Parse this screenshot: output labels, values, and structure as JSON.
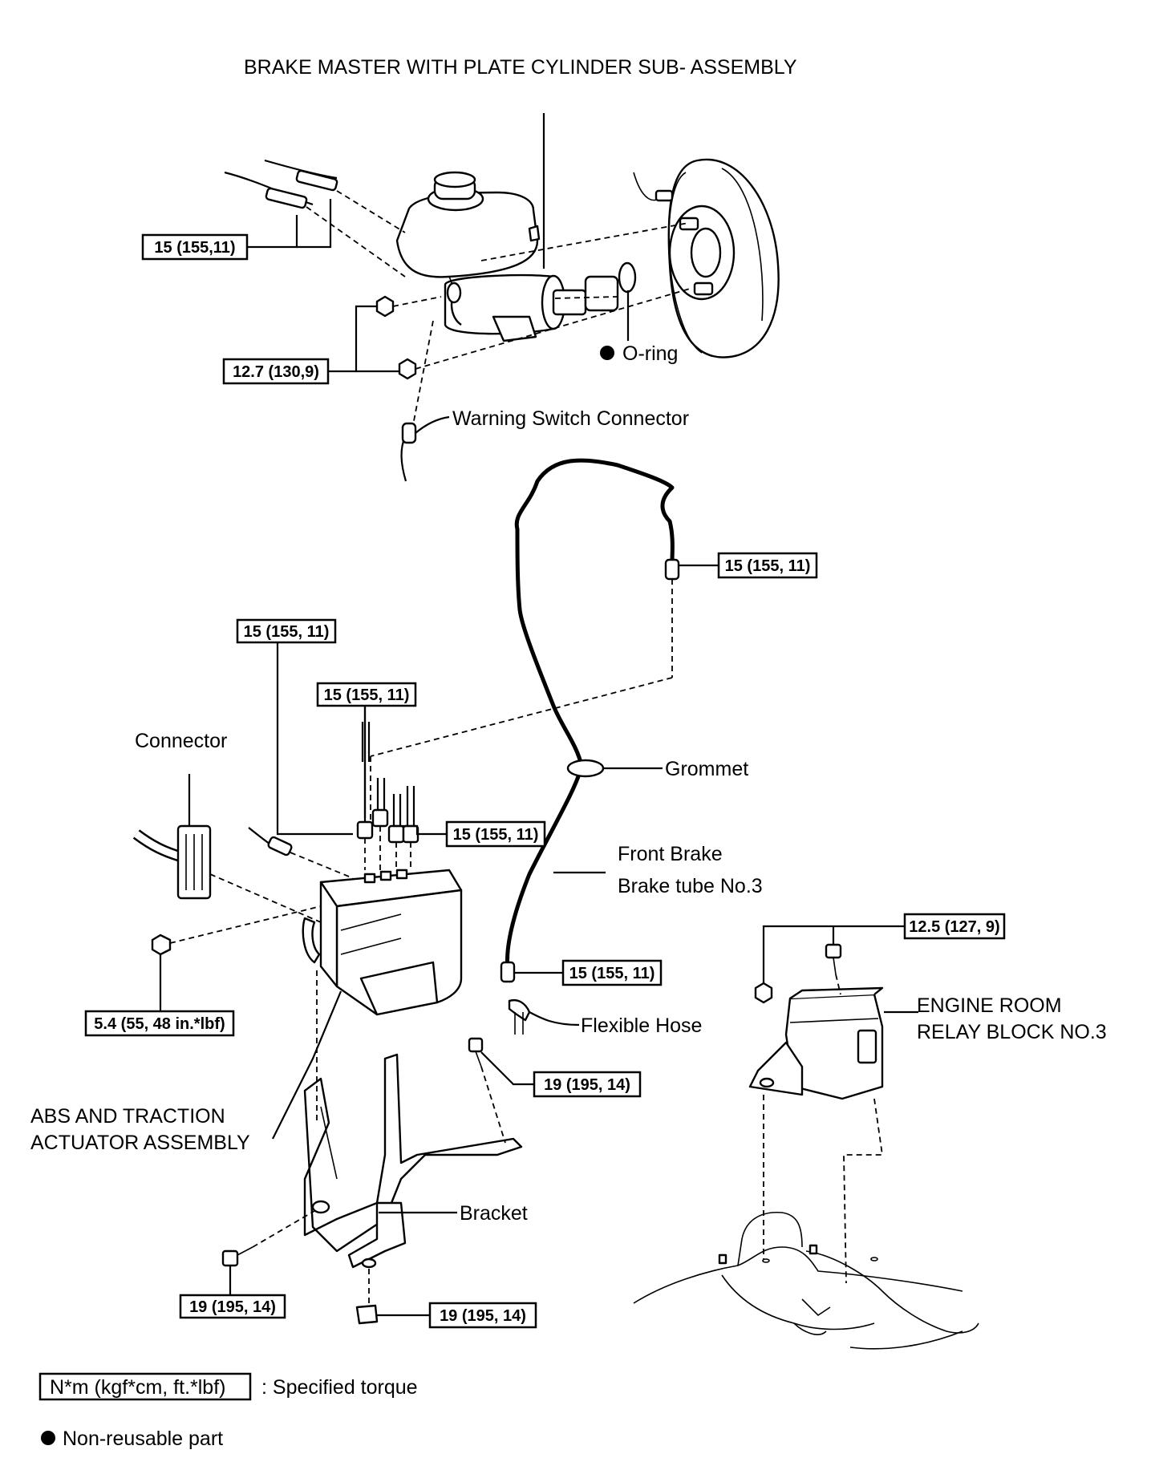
{
  "title": "BRAKE MASTER WITH PLATE CYLINDER SUB- ASSEMBLY",
  "labels": {
    "o_ring": "O-ring",
    "warning_switch_connector": "Warning Switch Connector",
    "connector": "Connector",
    "grommet": "Grommet",
    "front_brake": "Front Brake",
    "brake_tube": "Brake tube No.3",
    "flexible_hose": "Flexible Hose",
    "abs_line1": "ABS AND TRACTION",
    "abs_line2": "ACTUATOR ASSEMBLY",
    "bracket": "Bracket",
    "relay_line1": "ENGINE ROOM",
    "relay_line2": "RELAY BLOCK NO.3"
  },
  "torques": {
    "master_lines": "15 (155,11)",
    "master_nuts": "12.7 (130,9)",
    "tube_upper": "15 (155, 11)",
    "abs_left_line": "15 (155, 11)",
    "abs_top": "15 (155, 11)",
    "abs_right": "15 (155, 11)",
    "tube_lower": "15 (155, 11)",
    "abs_nut": "5.4 (55, 48 in.*lbf)",
    "bracket_bolt_upper": "19 (195, 14)",
    "bracket_bolt_left": "19 (195, 14)",
    "bracket_nut_bottom": "19 (195, 14)",
    "relay_block": "12.5 (127, 9)"
  },
  "legend": {
    "unit_box": "N*m (kgf*cm, ft.*lbf)",
    "unit_text": ": Specified torque",
    "non_reusable": "Non-reusable part"
  }
}
